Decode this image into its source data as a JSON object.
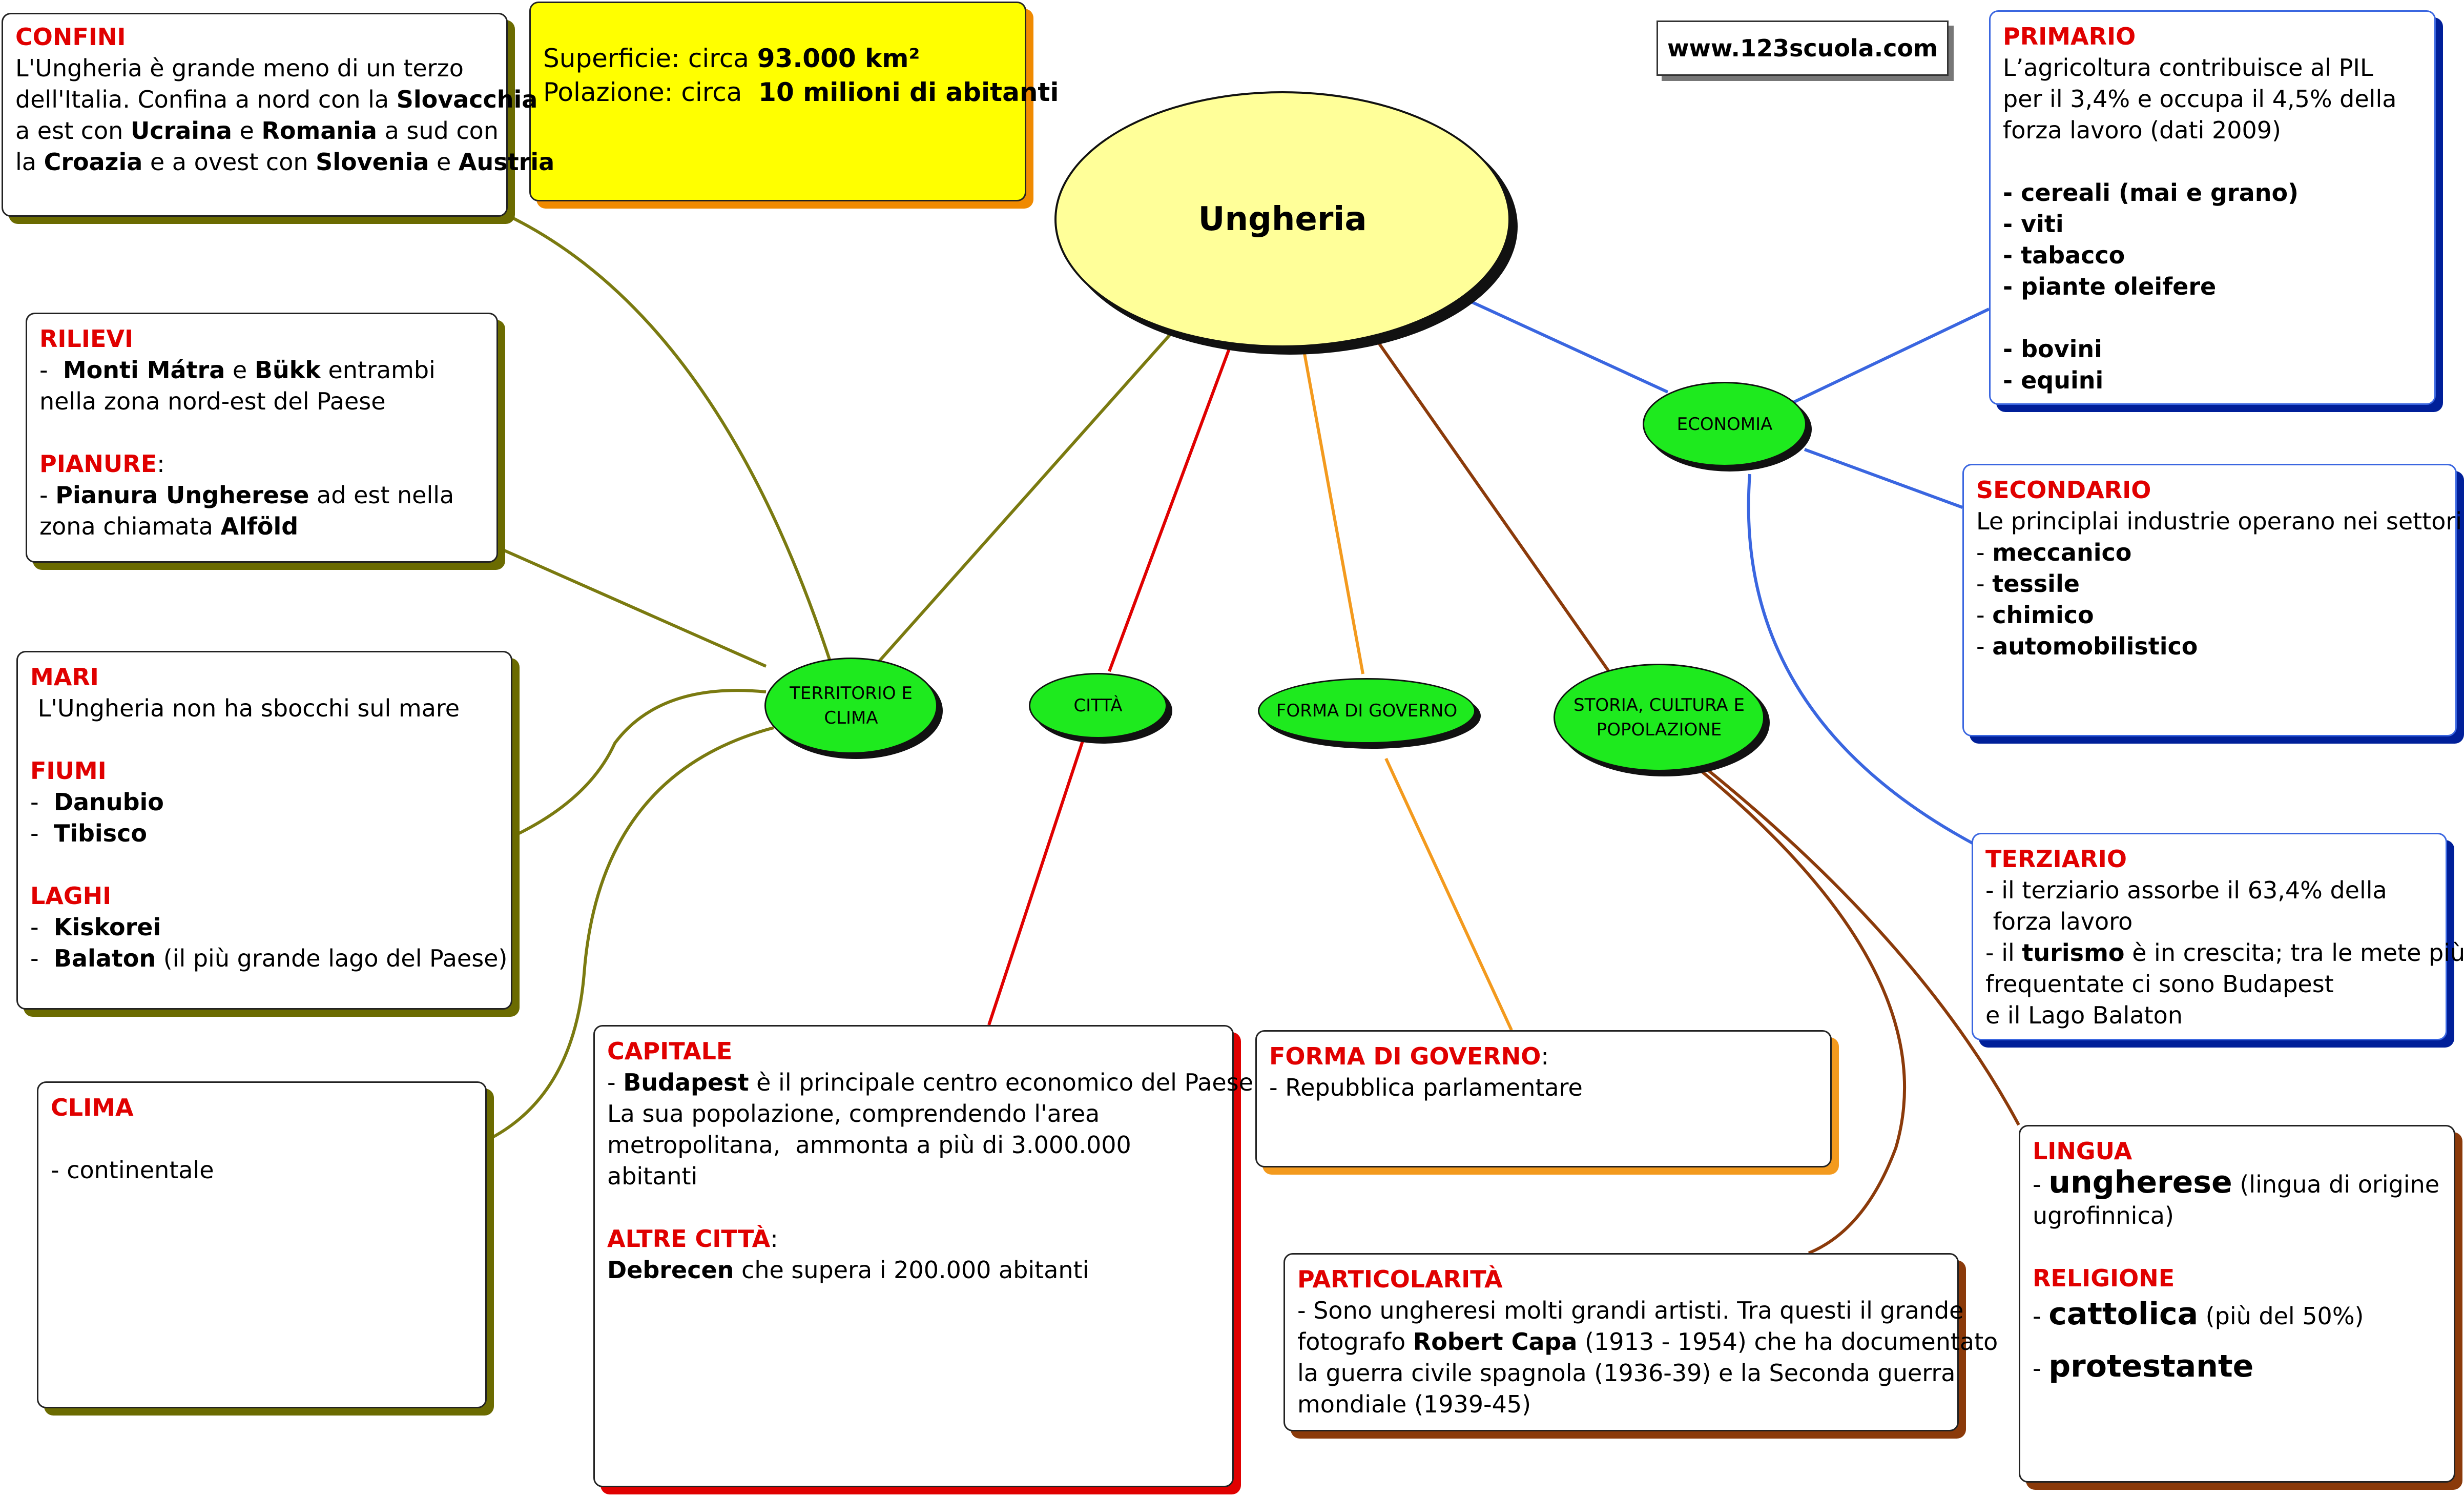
{
  "website": "www.123scuola.com",
  "center": "Ungheria",
  "facts": {
    "surface_label": "Superficie: circa ",
    "surface_value": "93.000 km²",
    "population_label": "Polazione: circa  ",
    "population_value": "10 milioni di abitanti"
  },
  "nodes": {
    "territorio": "TERRITORIO E CLIMA",
    "citta": "CITTÀ",
    "governo": "FORMA DI GOVERNO",
    "storia": "STORIA, CULTURA E POPOLAZIONE",
    "economia": "ECONOMIA"
  },
  "confini": {
    "title": "CONFINI",
    "l1": "L'Ungheria è grande meno di un terzo",
    "l2a": "dell'Italia. Confina a nord con la ",
    "l2b": "Slovacchia",
    "l3a": "a est con ",
    "l3b": "Ucraina",
    "l3c": " e ",
    "l3d": "Romania",
    "l3e": " a sud con",
    "l4a": "la ",
    "l4b": "Croazia",
    "l4c": " e a ovest con ",
    "l4d": "Slovenia",
    "l4e": " e ",
    "l4f": "Austria"
  },
  "rilievi": {
    "title": "RILIEVI",
    "l1a": "-  ",
    "l1b": "Monti Mátra",
    "l1c": " e ",
    "l1d": "Bükk",
    "l1e": " entrambi",
    "l2": "nella zona nord-est del Paese",
    "title2": "PIANURE",
    "colon": ":",
    "l3a": "- ",
    "l3b": "Pianura Ungherese",
    "l3c": " ad est nella",
    "l4a": "zona chiamata ",
    "l4b": "Alföld"
  },
  "mari": {
    "title": "MARI",
    "l1": " L'Ungheria non ha sbocchi sul mare",
    "fiumi_title": "FIUMI",
    "fiume1_dash": "-  ",
    "fiume1": "Danubio",
    "fiume2_dash": "-  ",
    "fiume2": "Tibisco",
    "laghi_title": "LAGHI",
    "lago1_dash": "-  ",
    "lago1": "Kiskorei",
    "lago2_dash": "-  ",
    "lago2": "Balaton",
    "lago2_note": " (il più grande lago del Paese)"
  },
  "clima": {
    "title": "CLIMA",
    "l1": "- continentale"
  },
  "capitale": {
    "title": "CAPITALE",
    "l1a": "- ",
    "l1b": "Budapest",
    "l1c": " è il principale centro economico del Paese.",
    "l2": "La sua popolazione, comprendendo l'area",
    "l3": "metropolitana,  ammonta a più di 3.000.000",
    "l4": "abitanti",
    "title2": "ALTRE CITTÀ",
    "colon": ":",
    "l5a": "Debrecen",
    "l5b": " che supera i 200.000 abitanti"
  },
  "governo": {
    "title": "FORMA DI GOVERNO",
    "colon": ":",
    "l1": "- Repubblica parlamentare"
  },
  "particolarita": {
    "title": "PARTICOLARITÀ",
    "l1": "- Sono ungheresi molti grandi artisti. Tra questi il grande",
    "l2a": "fotografo ",
    "l2b": "Robert Capa",
    "l2c": " (1913 - 1954) che ha documentato",
    "l3": "la guerra civile spagnola (1936-39) e la Seconda guerra",
    "l4": "mondiale (1939-45)"
  },
  "lingua": {
    "title": "LINGUA",
    "l1a": "- ",
    "l1b": "ungherese",
    "l1c": " (lingua di origine",
    "l2": "ugrofinnica)",
    "title2": "RELIGIONE",
    "l3a": "- ",
    "l3b": "cattolica",
    "l3c": " (più del 50%)",
    "l4a": "- ",
    "l4b": "protestante"
  },
  "primario": {
    "title": "PRIMARIO",
    "l1": "L’agricoltura contribuisce al PIL",
    "l2": "per il 3,4% e occupa il 4,5% della",
    "l3": "forza lavoro (dati 2009)",
    "items1": [
      "- cereali (mai e grano)",
      "- viti",
      "- tabacco",
      "- piante oleifere"
    ],
    "items2": [
      "- bovini",
      "- equini"
    ]
  },
  "secondario": {
    "title": "SECONDARIO",
    "l1": "Le principlai industrie operano nei settori",
    "items": [
      "meccanico",
      "tessile",
      "chimico",
      "automobilistico"
    ],
    "dash": "- "
  },
  "terziario": {
    "title": "TERZIARIO",
    "l1": "- il terziario assorbe il 63,4% della",
    "l2": " forza lavoro",
    "l3a": "- il ",
    "l3b": "turismo",
    "l3c": " è in crescita; tra le mete più",
    "l4": "frequentate ci sono Budapest",
    "l5": "e il Lago Balaton"
  },
  "colors": {
    "title_red": "#e00000",
    "node_green": "#1eea1e",
    "center_yellow": "#ffff99",
    "facts_yellow": "#ffff00",
    "line_olive": "#7a7a10",
    "line_red": "#e00000",
    "line_orange": "#f39a1e",
    "line_brown": "#8b3a0a",
    "line_blue": "#3a66e0"
  }
}
